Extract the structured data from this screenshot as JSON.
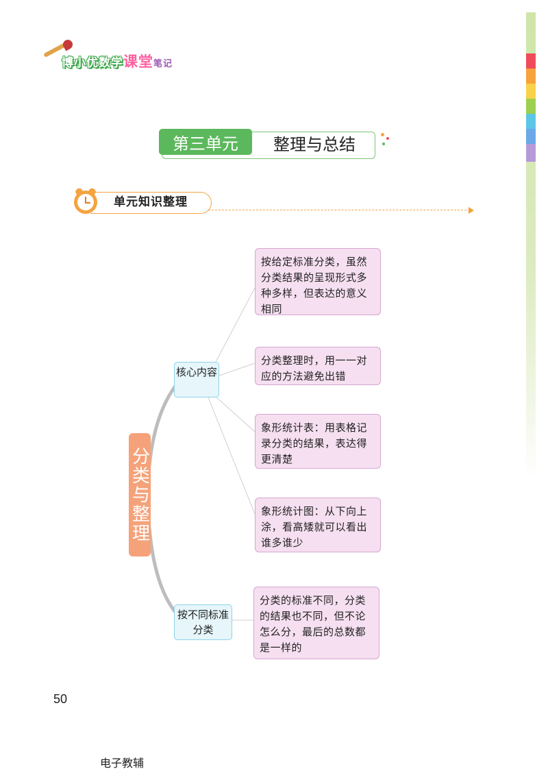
{
  "header": {
    "logo_part1": "博小优数学",
    "logo_part2": "课堂",
    "logo_part3": "笔记"
  },
  "unit": {
    "number": "第三单元",
    "title": "整理与总结"
  },
  "section": {
    "label": "单元知识整理"
  },
  "mindmap": {
    "root": "分类与整理",
    "branches": [
      {
        "label": "核心内容",
        "leaves": [
          "按给定标准分类，虽然分类结果的呈现形式多种多样，但表达的意义相同",
          "分类整理时，用一一对应的方法避免出错",
          "象形统计表：用表格记录分类的结果，表达得更清楚",
          "象形统计图：从下向上涂，看高矮就可以看出谁多谁少"
        ]
      },
      {
        "label": "按不同标准分类",
        "leaves": [
          "分类的标准不同，分类的结果也不同，但不论怎么分，最后的总数都是一样的"
        ]
      }
    ]
  },
  "page_number": "50",
  "footer": "电子教辅",
  "colors": {
    "root": "#f5a27a",
    "branch": "#e6f6fb",
    "leaf": "#f5dff0",
    "accent_green": "#5cb85c",
    "accent_orange": "#f4a340"
  }
}
